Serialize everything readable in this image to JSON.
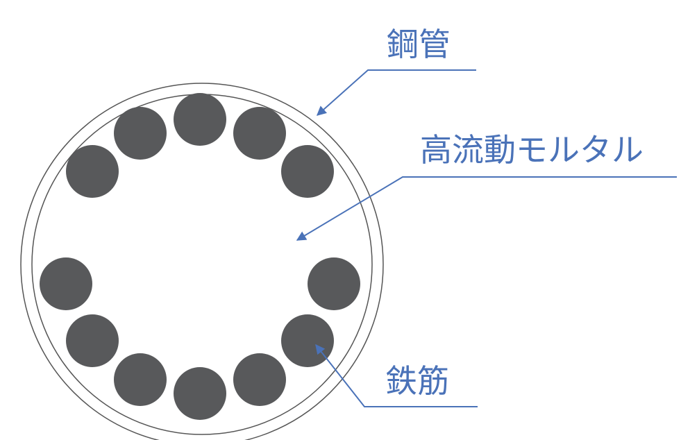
{
  "labels": {
    "steel_pipe": "鋼管",
    "mortar": "高流動モルタル",
    "rebar": "鉄筋"
  },
  "colors": {
    "label": "#4a72b8",
    "rebar": "#58595b",
    "pipe_stroke": "#555555"
  },
  "rebar_count": 12
}
